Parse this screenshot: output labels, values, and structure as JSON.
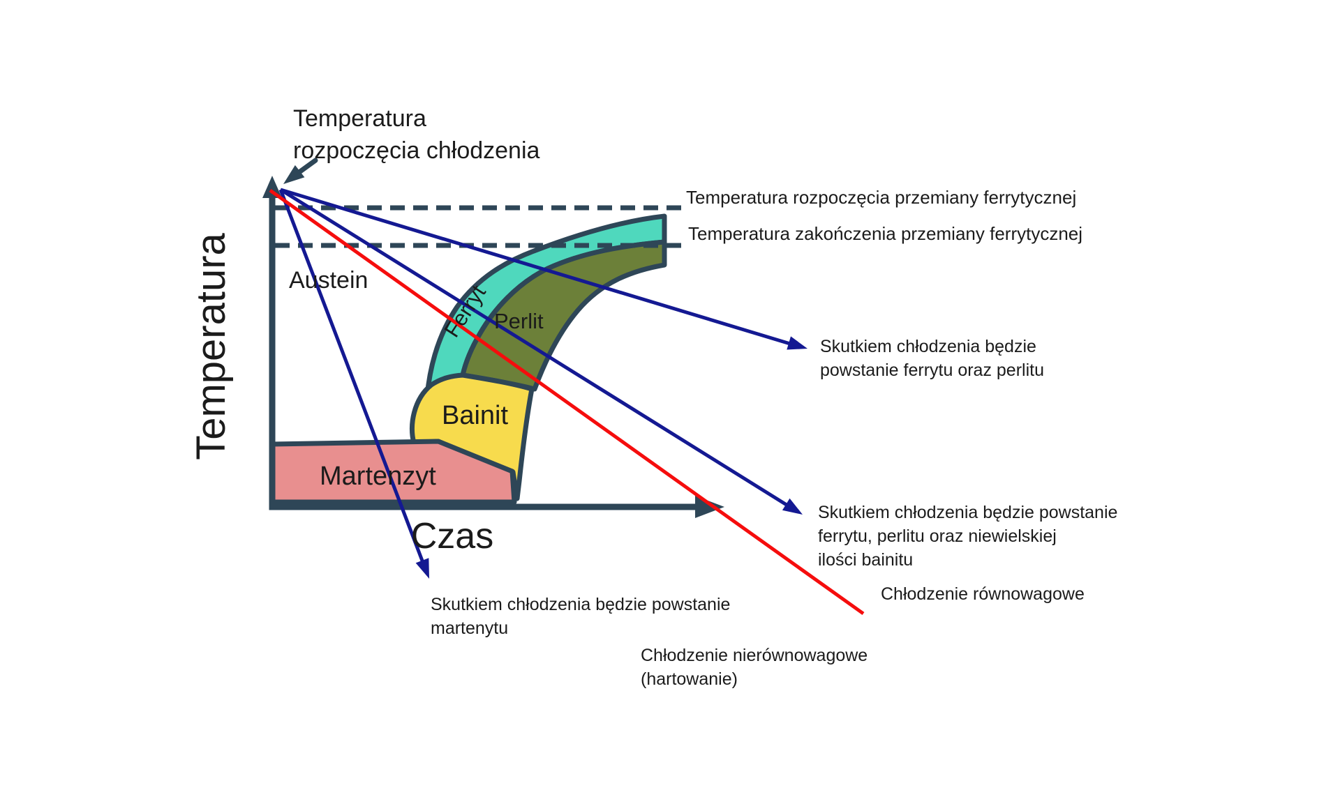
{
  "labels": {
    "y_axis": "Temperatura",
    "x_axis": "Czas",
    "start_temp": [
      "Temperatura",
      "rozpoczęcia chłodzenia"
    ],
    "dashed1": "Temperatura rozpoczęcia przemiany ferrytycznej",
    "dashed2": "Temperatura zakończenia przemiany ferrytycznej",
    "austenite": "Austein",
    "ferrite": "Ferryt",
    "pearlite": "Perlit",
    "bainite": "Bainit",
    "martensite": "Martenzyt",
    "result_ferrite_pearlite": [
      "Skutkiem chłodzenia będzie",
      "powstanie ferrytu oraz perlitu"
    ],
    "result_bainite": [
      "Skutkiem chłodzenia będzie powstanie",
      "ferrytu, perlitu oraz niewielskiej",
      "ilości bainitu"
    ],
    "result_martensite": [
      "Skutkiem chłodzenia będzie powstanie",
      "martenytu"
    ],
    "equilibrium": "Chłodzenie równowagowe",
    "nonequilibrium": [
      "Chłodzenie nierównowagowe",
      "(hartowanie)"
    ]
  },
  "colors": {
    "outline": "#2e4657",
    "ferrite_band": "#4fd8bd",
    "pearlite_band": "#6c8039",
    "bainite": "#f7db4d",
    "martensite": "#e88f8f",
    "cooling_line": "#141992",
    "equilibrium_line": "#f50d0d",
    "text": "#1b1b1b"
  }
}
